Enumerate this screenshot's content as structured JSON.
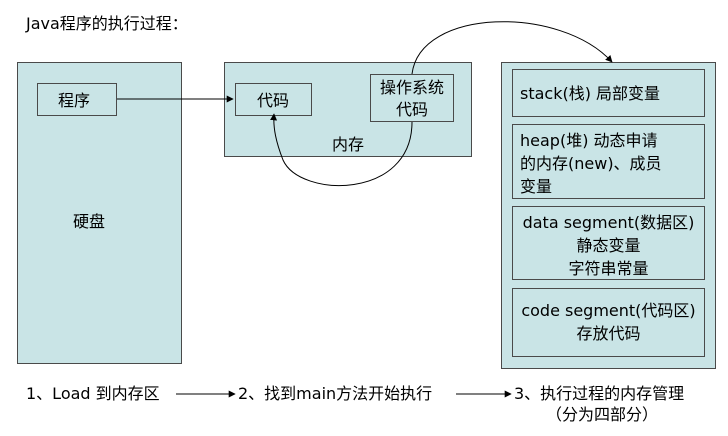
{
  "title": "Java程序的执行过程：",
  "disk": {
    "label": "硬盘",
    "program": "程序"
  },
  "memory": {
    "label": "内存",
    "code": "代码",
    "os_code_line1": "操作系统",
    "os_code_line2": "代码"
  },
  "regions": {
    "stack": "stack(栈)  局部变量",
    "heap_line1": "heap(堆) 动态申请",
    "heap_line2": "的内存(new)、成员",
    "heap_line3": "变量",
    "data_line1": "data segment(数据区)",
    "data_line2": "静态变量",
    "data_line3": "字符串常量",
    "code_line1": "code segment(代码区)",
    "code_line2": "存放代码"
  },
  "steps": {
    "step1": "1、Load 到内存区",
    "step2": "2、找到main方法开始执行",
    "step3_line1": "3、执行过程的内存管理",
    "step3_line2": "（分为四部分）"
  }
}
